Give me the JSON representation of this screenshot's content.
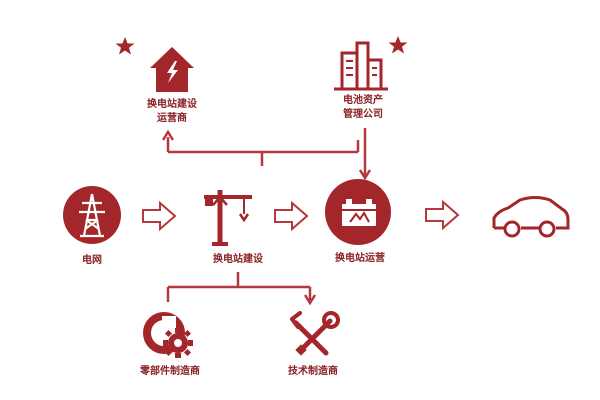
{
  "colors": {
    "accent": "#a3262b",
    "line": "#b23a3f"
  },
  "nodes": {
    "battery_operator": {
      "label_line1": "换电站建设",
      "label_line2": "运营商",
      "icon": "house-lightning-icon",
      "starred": true
    },
    "asset_company": {
      "label_line1": "电池资产",
      "label_line2": "管理公司",
      "icon": "buildings-icon",
      "starred": true
    },
    "grid": {
      "label": "电网",
      "icon": "power-tower-icon"
    },
    "station_construction": {
      "label": "换电站建设",
      "icon": "crane-icon"
    },
    "station_operation": {
      "label": "换电站运营",
      "icon": "battery-icon"
    },
    "vehicle": {
      "icon": "car-icon"
    },
    "parts_maker": {
      "label": "零部件制造商",
      "icon": "gear-icon"
    },
    "tech_maker": {
      "label": "技术制造商",
      "icon": "wrench-screwdriver-icon"
    }
  }
}
